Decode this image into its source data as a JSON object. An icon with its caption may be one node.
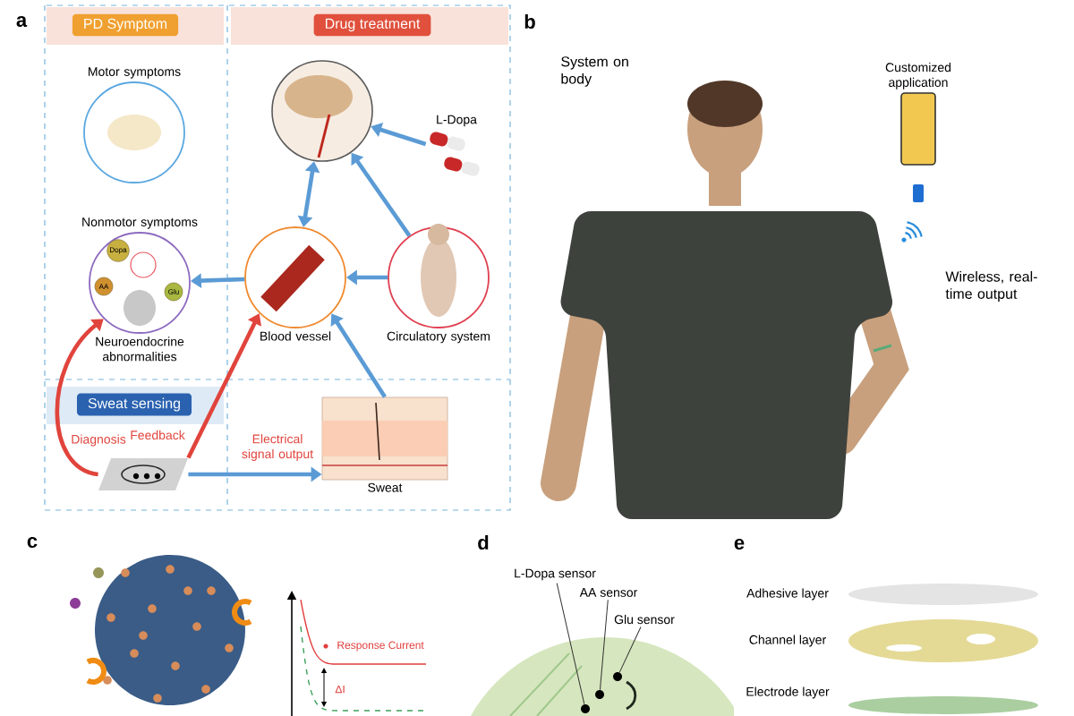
{
  "diagram": {
    "nodes": [
      {
        "text": [
          "PD Symptom"
        ]
      },
      {
        "text": [
          "Drug treatment"
        ]
      },
      {
        "text": [
          "Sweat sensing"
        ]
      },
      {
        "text": [
          "Motor symptoms"
        ]
      },
      {
        "text": [
          "Nonmotor symptoms",
          "Neuroendocrine abnormalities"
        ]
      },
      {
        "text": [],
        "shape": "picture"
      },
      {
        "text": [
          "L-Dopa"
        ]
      },
      {
        "text": [
          "Blood vessel"
        ]
      },
      {
        "text": [
          "Circulatory system"
        ]
      },
      {
        "text": [],
        "shape": "picture"
      },
      {
        "text": [
          "Sweat"
        ]
      },
      {
        "text": [],
        "shape": "person"
      },
      {
        "text": [
          "Customized application"
        ]
      },
      {
        "text": [
          "L-Dopa sensor"
        ]
      },
      {
        "text": [
          "AA sensor"
        ]
      },
      {
        "text": [
          "Glu sensor"
        ]
      },
      {
        "text": [],
        "shape": "circle"
      },
      {
        "text": [],
        "shape": "circle"
      },
      {
        "text": [],
        "shape": "circle"
      }
    ],
    "edges": [
      {
        "from": 6,
        "to": 5,
        "arrow": "to"
      },
      {
        "from": 5,
        "to": 7,
        "arrow": "both"
      },
      {
        "from": 8,
        "to": 5,
        "arrow": "to"
      },
      {
        "from": 8,
        "to": 7,
        "arrow": "to"
      },
      {
        "from": 7,
        "to": 4,
        "arrow": "to"
      },
      {
        "from": 10,
        "to": 7,
        "arrow": "to"
      },
      {
        "from": 9,
        "to": 10,
        "arrow": "to",
        "label": "Electrical signal output"
      },
      {
        "from": 9,
        "to": 4,
        "arrow": "to",
        "color": "#e0443c",
        "label": "Diagnosis"
      },
      {
        "from": 9,
        "to": 7,
        "arrow": "to",
        "color": "#e0443c",
        "label": "Feedback"
      },
      {
        "from": 13,
        "to": 18,
        "arrow": "none",
        "color": "#333333"
      },
      {
        "from": 14,
        "to": 17,
        "arrow": "none",
        "color": "#333333"
      },
      {
        "from": 15,
        "to": 16,
        "arrow": "none",
        "color": "#333333"
      }
    ],
    "labels": [
      "a",
      "Dopa",
      "AA",
      "Glu",
      "b",
      "System on body",
      "Wireless, real-time output",
      "c",
      "Response Current",
      "ΔI",
      "d",
      "e",
      "Adhesive layer",
      "Channel layer",
      "Electrode layer"
    ]
  }
}
